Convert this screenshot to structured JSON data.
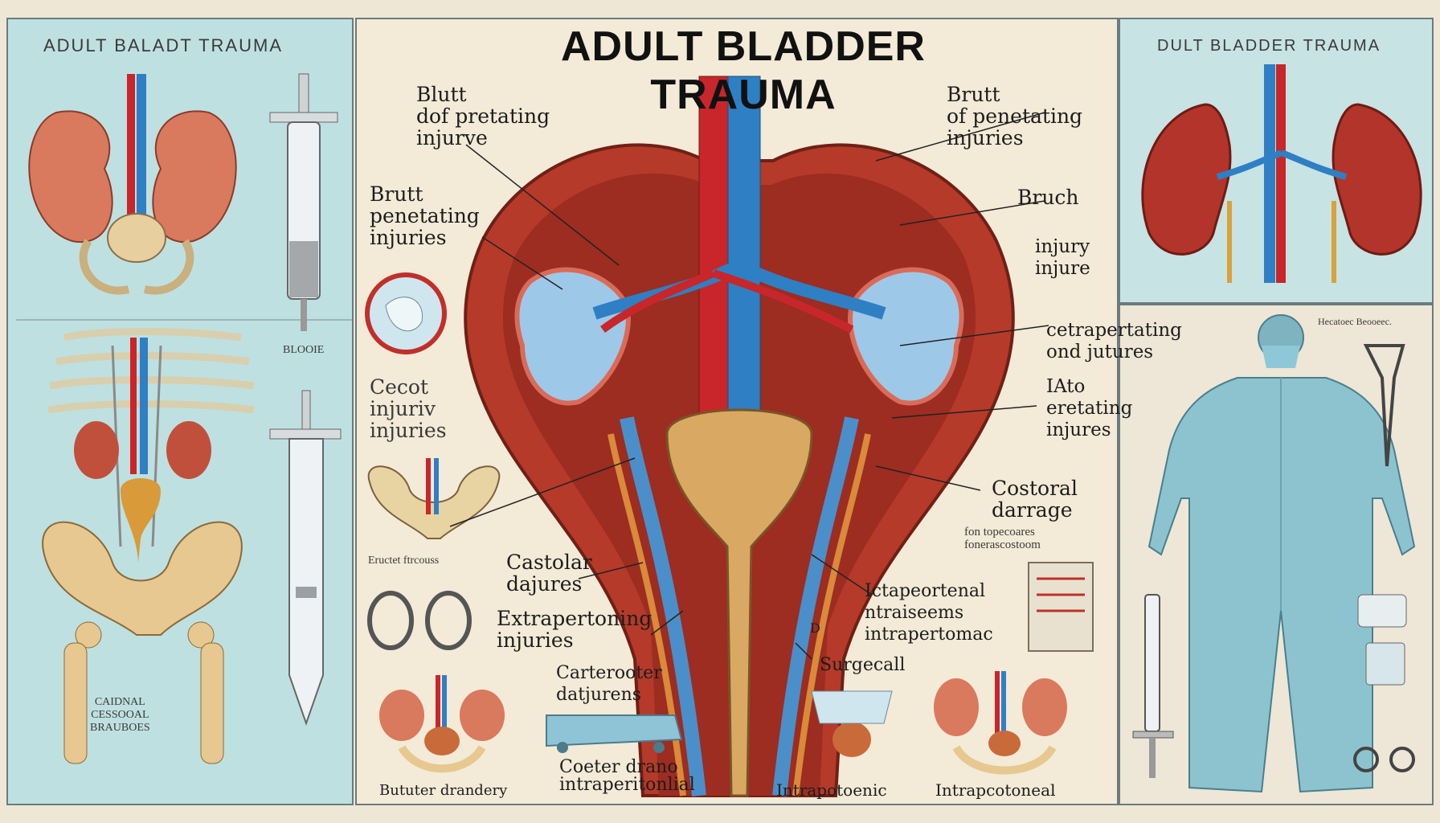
{
  "title": "ADULT BLADDER TRAUMA",
  "left_panel": {
    "header": "ADULT BALADT TRAUMA",
    "syringe_label": "BLOOIE",
    "bottom_label": "CAIDNAL\nCESSOOAL\nBRAUBOES"
  },
  "right_panel": {
    "header": "DULT BLADDER TRAUMA",
    "surgeon_label": "Hecatoec Beooeec."
  },
  "labels": {
    "l1": "Blutt\ndof pretating\ninjurve",
    "l2": "Brutt\npenetating\ninjuries",
    "l3": "Cecot\ninjuriv\ninjuries",
    "l4": "Eructet ftrcouss",
    "l5": "Castolar\ndajures",
    "l6": "Extrapertoning\ninjuries",
    "l7": "Carterooter\ndatjurens",
    "l8": "Coeter drano\nintraperitonlial",
    "l9": "Bututer drandery",
    "r1": "Brutt\nof penetating\ninjuries",
    "r2": "Bruch",
    "r3": "injury\ninjure",
    "r4": "cetrapertating\nond jutures",
    "r5": "IAto\neretating\ninjures",
    "r6": "Costoral\ndarrage",
    "r7": "fon topecoares\nfonerascostoom",
    "r8": "Ictapeortenal\nntraiseems\nintrapertomac",
    "r9": "Surgecall",
    "r10": "Intrapotoenic",
    "r11": "Intrapcotoneal",
    "r12": "D"
  },
  "colors": {
    "artery": "#c8262a",
    "vein": "#2f7fc4",
    "muscle": "#a73424",
    "bladder": "#d9a862",
    "bone": "#e6c890",
    "gown": "#8dc3cf",
    "kidney_lobe": "#9ec8e8"
  }
}
